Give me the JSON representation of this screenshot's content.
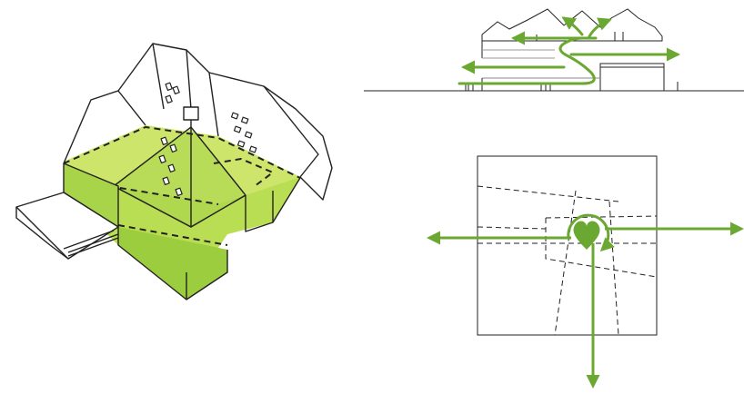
{
  "colors": {
    "accent": "#7cb82f",
    "accent_light": "#a8d44a",
    "accent_fill": "#c4e26a",
    "line": "#222222",
    "background": "#ffffff"
  },
  "panels": [
    {
      "id": "axonometric",
      "label": ""
    },
    {
      "id": "section",
      "label": ""
    },
    {
      "id": "plan",
      "label": ""
    }
  ],
  "icons": {
    "heart": "heart-icon",
    "rotation": "circular-arrow-icon"
  }
}
